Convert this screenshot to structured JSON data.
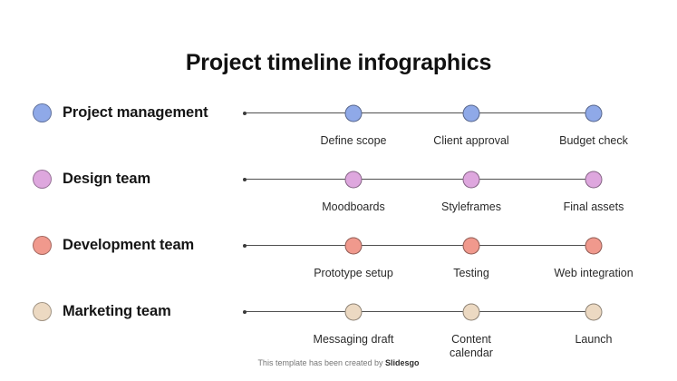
{
  "title": "Project timeline infographics",
  "footer": {
    "prefix": "This template has been created by ",
    "brand": "Slidesgo"
  },
  "layout": {
    "milestone_x": [
      390,
      520,
      655
    ],
    "row_tops": [
      104,
      177,
      250,
      323
    ]
  },
  "tracks": [
    {
      "team": "Project management",
      "color": "#8FA9E8",
      "milestones": [
        {
          "label": "Define scope"
        },
        {
          "label": "Client approval"
        },
        {
          "label": "Budget check"
        }
      ]
    },
    {
      "team": "Design team",
      "color": "#DEA7DE",
      "milestones": [
        {
          "label": "Moodboards"
        },
        {
          "label": "Styleframes"
        },
        {
          "label": "Final assets"
        }
      ]
    },
    {
      "team": "Development team",
      "color": "#F0998D",
      "milestones": [
        {
          "label": "Prototype setup"
        },
        {
          "label": "Testing"
        },
        {
          "label": "Web integration"
        }
      ]
    },
    {
      "team": "Marketing team",
      "color": "#ECD9C2",
      "milestones": [
        {
          "label": "Messaging draft"
        },
        {
          "label": "Content\ncalendar"
        },
        {
          "label": "Launch"
        }
      ]
    }
  ]
}
